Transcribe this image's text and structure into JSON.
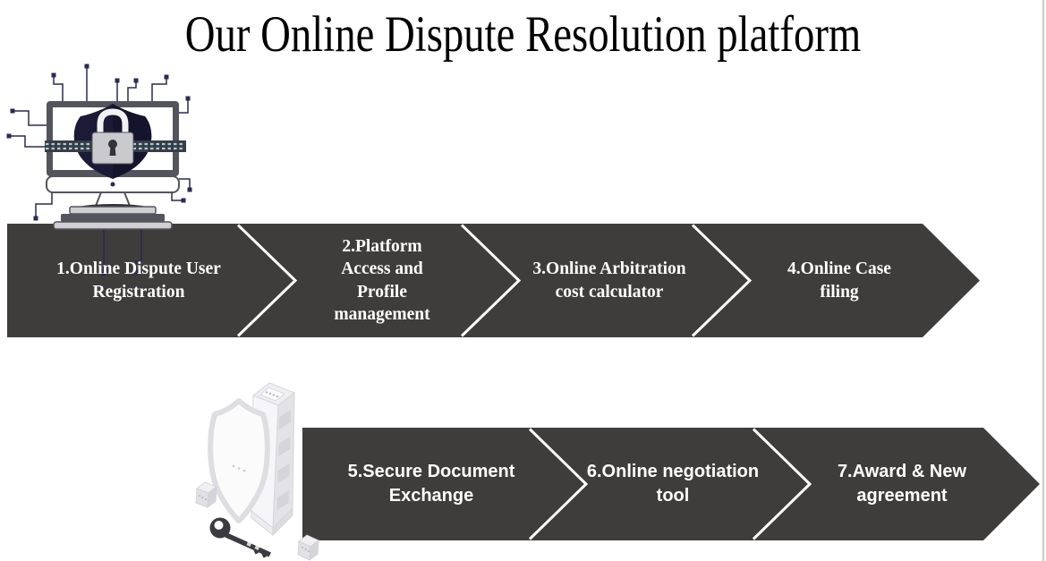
{
  "title": "Our Online Dispute Resolution platform",
  "colors": {
    "band": "#3F3C3C",
    "separator": "#FFFFFF",
    "step_text": "#FFFFFF",
    "title_text": "#000000",
    "right_border": "#CBCBC5",
    "shield_navy": "#1B1B38",
    "circuit_line": "#2A2A52",
    "band_dashes": "#9ED3CB"
  },
  "icons": {
    "top_left": "secure-computer-illustration (monitor with shield, padlock, circuit lines)",
    "mid_left": "secure-server-illustration (server tower, shield, key, cubes)"
  },
  "process_rows": [
    {
      "steps": [
        "1.Online Dispute User Registration",
        "2.Platform Access and Profile management",
        "3.Online Arbitration cost calculator",
        "4.Online Case filing"
      ]
    },
    {
      "steps": [
        "5.Secure Document Exchange",
        "6.Online negotiation tool",
        "7.Award & New agreement"
      ]
    }
  ]
}
